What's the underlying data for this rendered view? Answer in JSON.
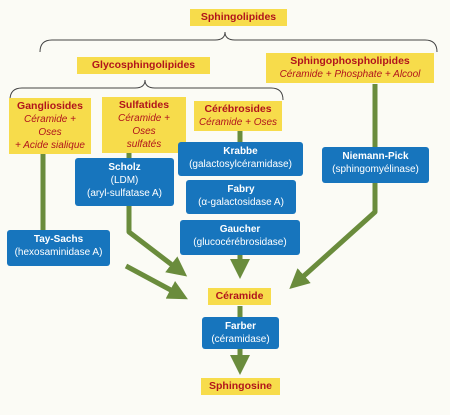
{
  "colors": {
    "label_bg": "#f7dc4b",
    "label_text": "#b1141c",
    "enzyme_bg": "#1775bd",
    "arrow": "#6a8c3c",
    "brace": "#444444"
  },
  "lipids": {
    "sphingolipides": "Sphingolipides",
    "glycosphingolipides": "Glycosphingolipides",
    "sphingophospholipides": {
      "title": "Sphingophospholipides",
      "composition": "Céramide + Phosphate + Alcool"
    },
    "gangliosides": {
      "title": "Gangliosides",
      "composition_1": "Céramide + Oses",
      "composition_2": "+ Acide sialique"
    },
    "sulfatides": {
      "title": "Sulfatides",
      "composition_1": "Céramide + Oses",
      "composition_2": "sulfatés"
    },
    "cerebrosides": {
      "title": "Cérébrosides",
      "composition": "Céramide + Oses"
    },
    "ceramide": "Céramide",
    "sphingosine": "Sphingosine"
  },
  "diseases": {
    "krabbe": {
      "name": "Krabbe",
      "enzyme": "(galactosylcéramidase)"
    },
    "fabry": {
      "name": "Fabry",
      "enzyme": "(α-galactosidase A)"
    },
    "gaucher": {
      "name": "Gaucher",
      "enzyme": "(glucocérébrosidase)"
    },
    "scholz": {
      "name": "Scholz",
      "detail": "(LDM)",
      "enzyme": "(aryl-sulfatase A)"
    },
    "niemann_pick": {
      "name": "Niemann-Pick",
      "enzyme": "(sphingomyélinase)"
    },
    "tay_sachs": {
      "name": "Tay-Sachs",
      "enzyme": "(hexosaminidase A)"
    },
    "farber": {
      "name": "Farber",
      "enzyme": "(céramidase)"
    }
  }
}
